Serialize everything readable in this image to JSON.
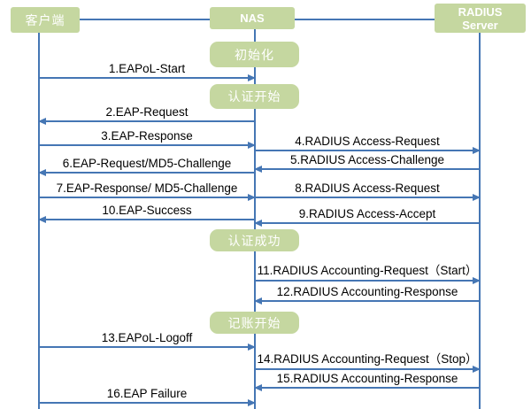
{
  "actors": {
    "client": {
      "label": "客户端"
    },
    "nas": {
      "label": "NAS"
    },
    "radius": {
      "line1": "RADIUS",
      "line2": "Server"
    }
  },
  "phases": {
    "init": {
      "label": "初始化"
    },
    "auth_start": {
      "label": "认证开始"
    },
    "auth_success": {
      "label": "认证成功"
    },
    "accounting_start": {
      "label": "记账开始"
    }
  },
  "messages": {
    "m1": {
      "label": "1.EAPoL-Start",
      "from": "client",
      "to": "nas"
    },
    "m2": {
      "label": "2.EAP-Request",
      "from": "nas",
      "to": "client"
    },
    "m3": {
      "label": "3.EAP-Response",
      "from": "client",
      "to": "nas"
    },
    "m4": {
      "label": "4.RADIUS Access-Request",
      "from": "nas",
      "to": "radius"
    },
    "m5": {
      "label": "5.RADIUS Access-Challenge",
      "from": "radius",
      "to": "nas"
    },
    "m6": {
      "label": "6.EAP-Request/MD5-Challenge",
      "from": "nas",
      "to": "client"
    },
    "m7": {
      "label": "7.EAP-Response/ MD5-Challenge",
      "from": "client",
      "to": "nas"
    },
    "m8": {
      "label": "8.RADIUS Access-Request",
      "from": "nas",
      "to": "radius"
    },
    "m9": {
      "label": "9.RADIUS Access-Accept",
      "from": "radius",
      "to": "nas"
    },
    "m10": {
      "label": "10.EAP-Success",
      "from": "nas",
      "to": "client"
    },
    "m11": {
      "label": "11.RADIUS Accounting-Request（Start）",
      "from": "nas",
      "to": "radius"
    },
    "m12": {
      "label": "12.RADIUS Accounting-Response",
      "from": "radius",
      "to": "nas"
    },
    "m13": {
      "label": "13.EAPoL-Logoff",
      "from": "client",
      "to": "nas"
    },
    "m14": {
      "label": "14.RADIUS Accounting-Request（Stop）",
      "from": "nas",
      "to": "radius"
    },
    "m15": {
      "label": "15.RADIUS Accounting-Response",
      "from": "radius",
      "to": "nas"
    },
    "m16": {
      "label": "16.EAP Failure",
      "from": "client",
      "to": "nas"
    }
  },
  "colors": {
    "box_green": "#c5d7a0",
    "arrow_blue": "#4576b4",
    "box_text": "#ffffff",
    "message_text": "#000000"
  }
}
